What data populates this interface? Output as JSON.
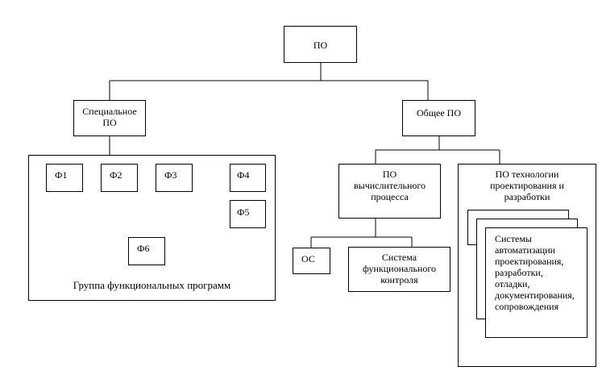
{
  "nodes": {
    "po": "ПО",
    "special_po": "Специальное\nПО",
    "general_po": "Общее ПО",
    "comp_process_po": "ПО\nвычислительного\nпроцесса",
    "tech_po": "ПО технологии\nпроектирования и\nразработки",
    "os": "ОС",
    "func_control": "Система\nфункционального\nконтроля",
    "systems_automation": "Системы\nавтоматизации\nпроектирования,\nразработки,\nотладки,\nдокументирования,\nсопровождения",
    "f1": "Ф1",
    "f2": "Ф2",
    "f3": "Ф3",
    "f4": "Ф4",
    "f5": "Ф5",
    "f6": "Ф6",
    "group_label": "Группа функциональных программ"
  }
}
